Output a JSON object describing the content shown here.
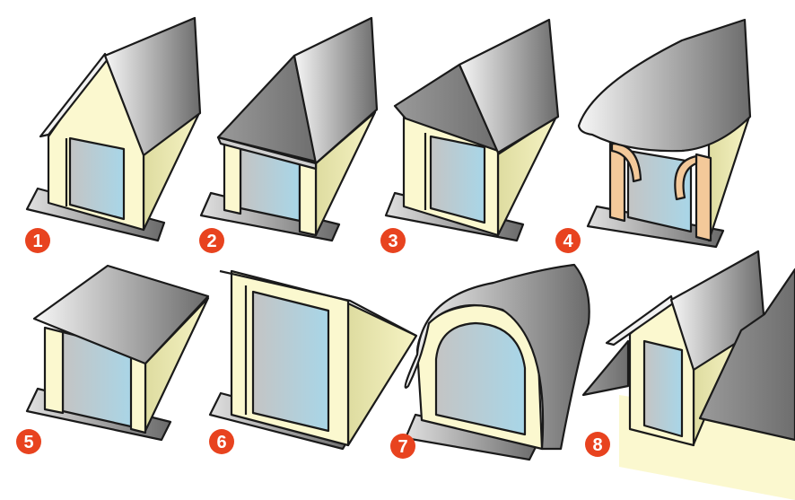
{
  "colors": {
    "badge": "#e8431f",
    "wall": "#fbf8cf",
    "wall_side": "#ece9a8",
    "glass_light": "#c9c9c9",
    "glass_blue": "#a9d5e6",
    "roof_light": "#f4f4f4",
    "roof_dark": "#6b6b6b",
    "timber": "#f3c99a"
  },
  "dormers": [
    {
      "number": "1"
    },
    {
      "number": "2"
    },
    {
      "number": "3"
    },
    {
      "number": "4"
    },
    {
      "number": "5"
    },
    {
      "number": "6"
    },
    {
      "number": "7"
    },
    {
      "number": "8"
    }
  ]
}
